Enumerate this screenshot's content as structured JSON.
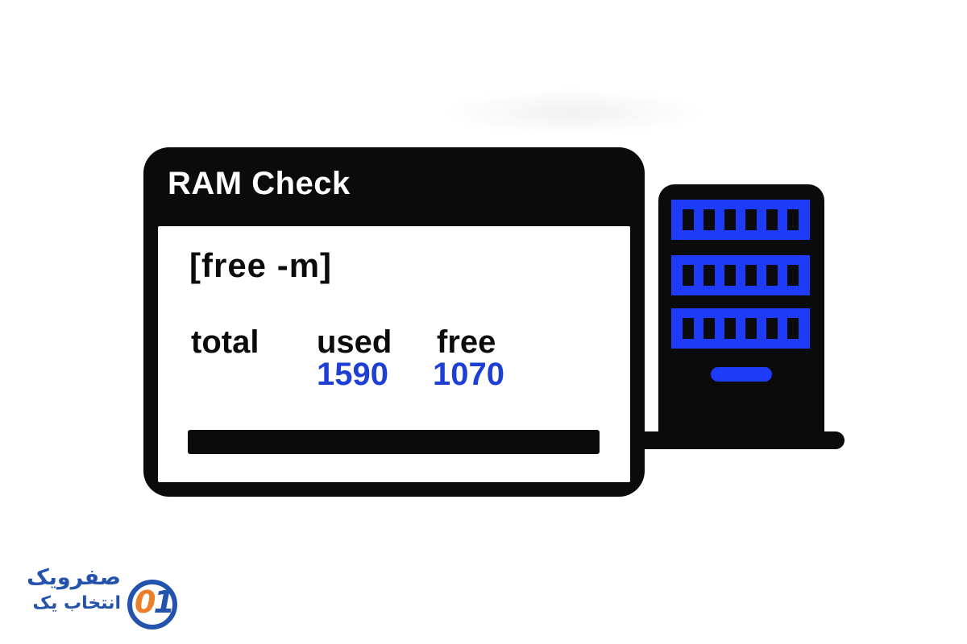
{
  "window": {
    "title": "RAM Check",
    "terminal": {
      "command": "[free -m]",
      "table": {
        "headers": [
          "total",
          "used",
          "free"
        ],
        "values": [
          "",
          "1590",
          "1070"
        ]
      }
    }
  },
  "server": {
    "modules": 3,
    "slots_per_module": 6
  },
  "logo": {
    "digit_zero": "0",
    "digit_one": "1",
    "brand_fa": "صفرویک",
    "tagline_fa": "انتخاب یک"
  },
  "colors": {
    "ram_blue": "#1e3bfa",
    "value_blue": "#1d3fd4",
    "logo_blue": "#2453ae",
    "logo_orange": "#ee7d2a",
    "ink_black": "#0b0b0b"
  }
}
